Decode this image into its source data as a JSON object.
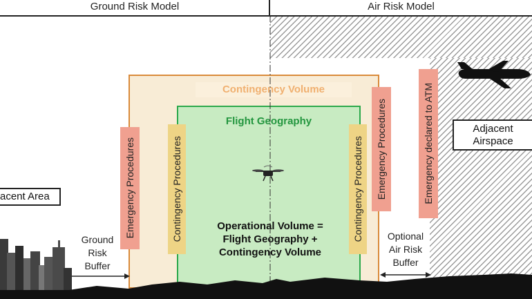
{
  "header": {
    "ground_risk_model": "Ground Risk Model",
    "air_risk_model": "Air Risk Model"
  },
  "volumes": {
    "contingency_volume": "Contingency Volume",
    "flight_geography": "Flight Geography",
    "operational_volume_line1": "Operational Volume =",
    "operational_volume_line2": "Flight Geography +",
    "operational_volume_line3": "Contingency Volume"
  },
  "procedures": {
    "emergency_left": "Emergency Procedures",
    "contingency_left": "Contingency Procedures",
    "contingency_right": "Contingency Procedures",
    "emergency_right": "Emergency Procedures",
    "emergency_atm": "Emergency declared to ATM"
  },
  "areas": {
    "adjacent_area": "acent Area",
    "adjacent_airspace_line1": "Adjacent",
    "adjacent_airspace_line2": "Airspace"
  },
  "buffers": {
    "ground_risk_line1": "Ground",
    "ground_risk_line2": "Risk",
    "ground_risk_line3": "Buffer",
    "air_risk_line1": "Optional",
    "air_risk_line2": "Air Risk",
    "air_risk_line3": "Buffer"
  },
  "colors": {
    "contingency_border": "#d98a3a",
    "contingency_fill": "#f8ecd6",
    "contingency_text": "#f0b070",
    "flight_border": "#2aa84a",
    "flight_fill": "#c8ebc2",
    "flight_text": "#23963f",
    "emergency_fill": "#f0a090",
    "contingency_proc_fill": "#eed485"
  },
  "icons": {
    "drone": "drone-icon",
    "airplane": "airplane-icon",
    "city": "city-skyline-icon"
  }
}
